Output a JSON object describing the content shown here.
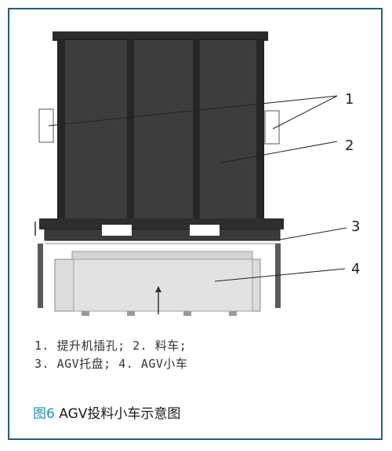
{
  "callouts": [
    "1",
    "2",
    "3",
    "4"
  ],
  "legend": {
    "line1": "1. 提升机插孔; 2. 料车;",
    "line2": "3. AGV托盘; 4. AGV小车"
  },
  "caption": {
    "figure_number": "图6",
    "title": "AGV投料小车示意图"
  },
  "colors": {
    "frame_border": "#1f5f7a",
    "figure_number": "#1f8fb3",
    "cart_body": "#3d3d3d"
  }
}
